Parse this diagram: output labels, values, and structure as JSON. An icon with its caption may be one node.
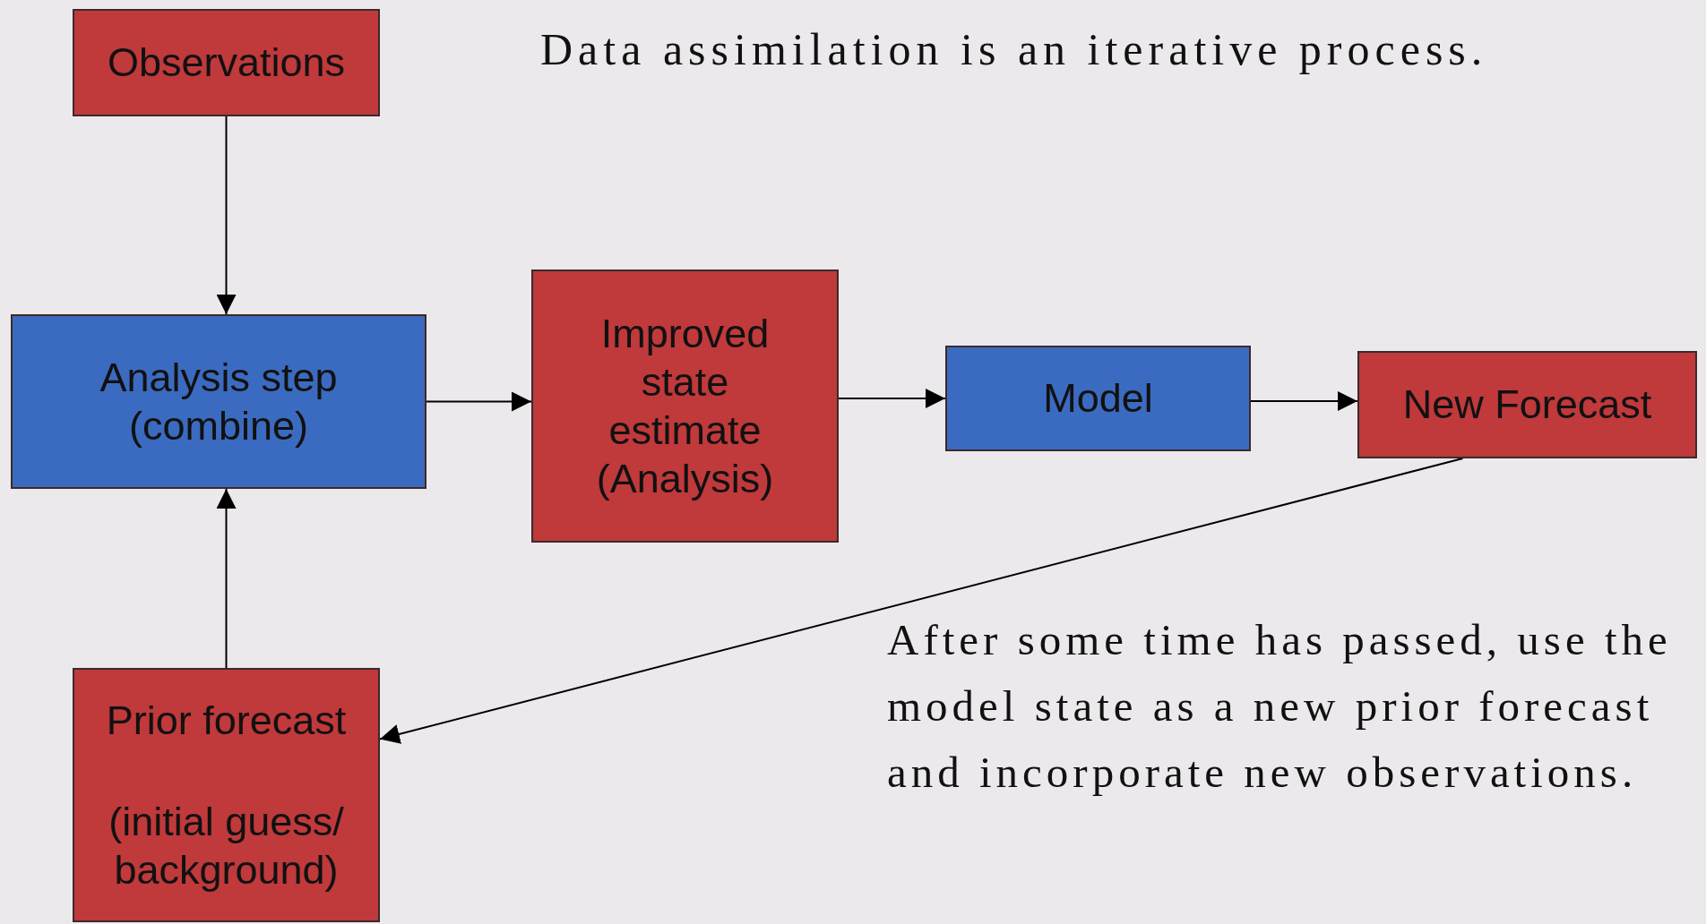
{
  "diagram": {
    "title": "Data assimilation is an iterative process.",
    "nodes": [
      {
        "text": [
          "Observations"
        ]
      },
      {
        "text": [
          "Analysis step (combine)"
        ]
      },
      {
        "text": [
          "Improved state estimate (Analysis)"
        ]
      },
      {
        "text": [
          "Model"
        ]
      },
      {
        "text": [
          "New Forecast"
        ]
      },
      {
        "text": [
          "Prior forecast",
          "(initial guess/ background)"
        ]
      }
    ],
    "edges": [
      {
        "from": 0,
        "to": 1,
        "arrow": "to"
      },
      {
        "from": 5,
        "to": 1,
        "arrow": "to"
      },
      {
        "from": 1,
        "to": 2,
        "arrow": "to"
      },
      {
        "from": 2,
        "to": 3,
        "arrow": "to"
      },
      {
        "from": 3,
        "to": 4,
        "arrow": "to"
      },
      {
        "from": 4,
        "to": 5,
        "arrow": "to"
      }
    ],
    "labels": [
      "After some time has passed, use the model state as a new prior forecast and incorporate new observations."
    ]
  }
}
